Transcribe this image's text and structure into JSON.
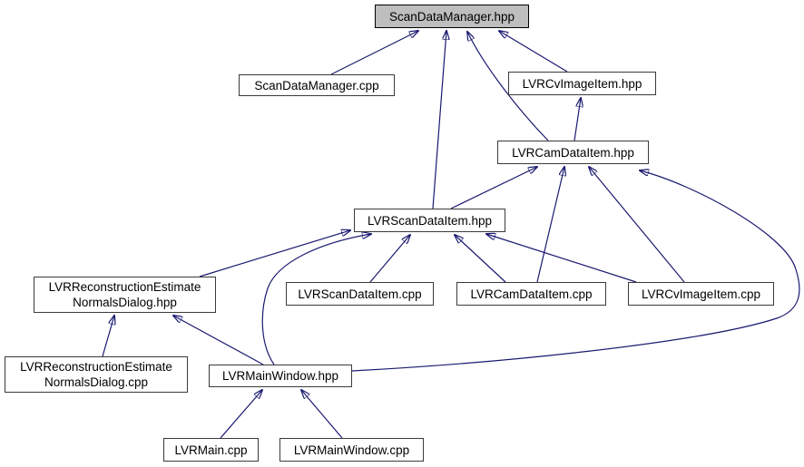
{
  "diagram": {
    "kind": "include-dependency-graph",
    "root_file": "ScanDataManager.hpp",
    "colors": {
      "edge": "#191970",
      "node_fill": "#ffffff",
      "node_border": "#3a3a3a",
      "highlight_fill": "#bebebe",
      "text": "#000000",
      "background": "#ffffff"
    },
    "nodes": [
      {
        "id": "scandatamanager-hpp",
        "label": "ScanDataManager.hpp",
        "highlighted": true
      },
      {
        "id": "scandatamanager-cpp",
        "label": "ScanDataManager.cpp",
        "highlighted": false
      },
      {
        "id": "lvrcvimageitem-hpp",
        "label": "LVRCvImageItem.hpp",
        "highlighted": false
      },
      {
        "id": "lvrcamdataitem-hpp",
        "label": "LVRCamDataItem.hpp",
        "highlighted": false
      },
      {
        "id": "lvrscandataitem-hpp",
        "label": "LVRScanDataItem.hpp",
        "highlighted": false
      },
      {
        "id": "lvrscandataitem-cpp",
        "label": "LVRScanDataItem.cpp",
        "highlighted": false
      },
      {
        "id": "lvrcamdataitem-cpp",
        "label": "LVRCamDataItem.cpp",
        "highlighted": false
      },
      {
        "id": "lvrcvimageitem-cpp",
        "label": "LVRCvImageItem.cpp",
        "highlighted": false
      },
      {
        "id": "lvrreconstructionestimatenormalsdialog-hpp",
        "label": "LVRReconstructionEstimate\nNormalsDialog.hpp",
        "highlighted": false
      },
      {
        "id": "lvrreconstructionestimatenormalsdialog-cpp",
        "label": "LVRReconstructionEstimate\nNormalsDialog.cpp",
        "highlighted": false
      },
      {
        "id": "lvrmainwindow-hpp",
        "label": "LVRMainWindow.hpp",
        "highlighted": false
      },
      {
        "id": "lvrmain-cpp",
        "label": "LVRMain.cpp",
        "highlighted": false
      },
      {
        "id": "lvrmainwindow-cpp",
        "label": "LVRMainWindow.cpp",
        "highlighted": false
      }
    ],
    "edges": [
      {
        "from": "ScanDataManager.cpp",
        "to": "ScanDataManager.hpp"
      },
      {
        "from": "LVRScanDataItem.hpp",
        "to": "ScanDataManager.hpp"
      },
      {
        "from": "LVRCamDataItem.hpp",
        "to": "ScanDataManager.hpp"
      },
      {
        "from": "LVRCvImageItem.hpp",
        "to": "ScanDataManager.hpp"
      },
      {
        "from": "LVRCamDataItem.hpp",
        "to": "LVRCvImageItem.hpp"
      },
      {
        "from": "LVRScanDataItem.hpp",
        "to": "LVRCamDataItem.hpp"
      },
      {
        "from": "LVRScanDataItem.cpp",
        "to": "LVRScanDataItem.hpp"
      },
      {
        "from": "LVRCamDataItem.cpp",
        "to": "LVRScanDataItem.hpp"
      },
      {
        "from": "LVRCamDataItem.cpp",
        "to": "LVRCamDataItem.hpp"
      },
      {
        "from": "LVRCvImageItem.cpp",
        "to": "LVRScanDataItem.hpp"
      },
      {
        "from": "LVRCvImageItem.cpp",
        "to": "LVRCamDataItem.hpp"
      },
      {
        "from": "LVRReconstructionEstimateNormalsDialog.hpp",
        "to": "LVRScanDataItem.hpp"
      },
      {
        "from": "LVRReconstructionEstimateNormalsDialog.cpp",
        "to": "LVRReconstructionEstimateNormalsDialog.hpp"
      },
      {
        "from": "LVRMainWindow.hpp",
        "to": "LVRReconstructionEstimateNormalsDialog.hpp"
      },
      {
        "from": "LVRMainWindow.hpp",
        "to": "LVRScanDataItem.hpp"
      },
      {
        "from": "LVRMainWindow.hpp",
        "to": "LVRCamDataItem.hpp"
      },
      {
        "from": "LVRMain.cpp",
        "to": "LVRMainWindow.hpp"
      },
      {
        "from": "LVRMainWindow.cpp",
        "to": "LVRMainWindow.hpp"
      }
    ]
  }
}
